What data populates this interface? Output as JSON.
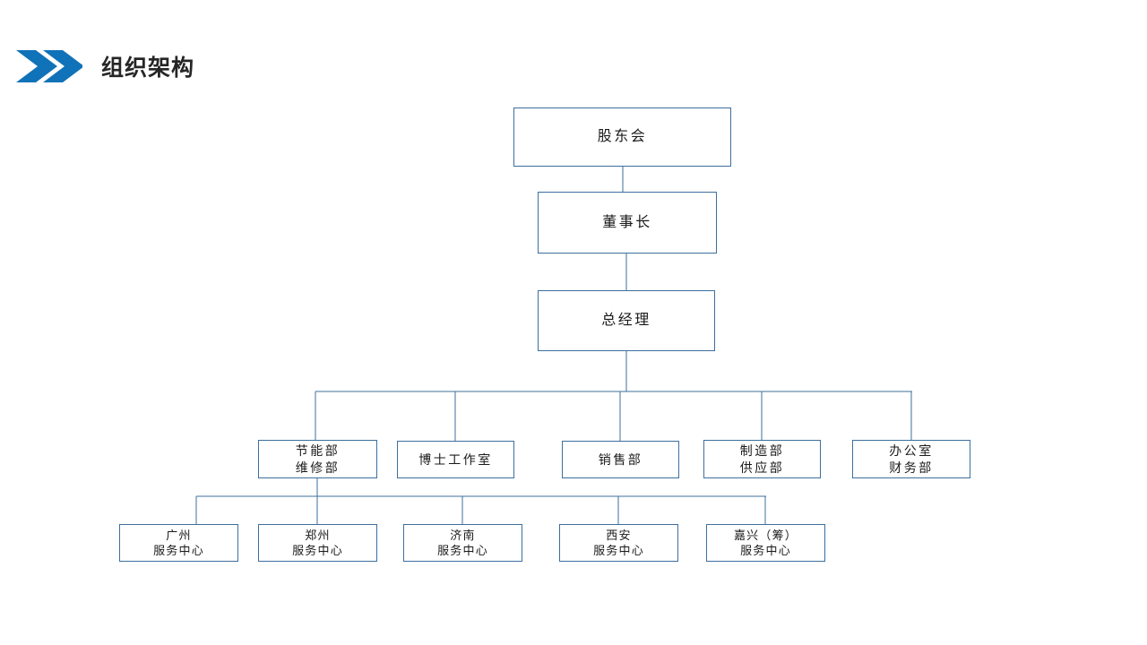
{
  "slide": {
    "title": "组织架构",
    "accent_color": "#1072b8",
    "line_color": "#3d6f9e",
    "title_color": "#262626",
    "background": "#ffffff",
    "chevron_icon": "double-chevron-right-icon"
  },
  "chart_data": {
    "type": "diagram",
    "title": "组织架构",
    "orientation": "top-down",
    "levels": [
      {
        "name": "shareholders",
        "nodes": [
          {
            "id": "n1",
            "lines": [
              "股东会"
            ]
          }
        ]
      },
      {
        "name": "chairman",
        "nodes": [
          {
            "id": "n2",
            "lines": [
              "董事长"
            ]
          }
        ]
      },
      {
        "name": "general-manager",
        "nodes": [
          {
            "id": "n3",
            "lines": [
              "总经理"
            ]
          }
        ]
      },
      {
        "name": "departments",
        "nodes": [
          {
            "id": "d1",
            "lines": [
              "节能部",
              "维修部"
            ]
          },
          {
            "id": "d2",
            "lines": [
              "博士工作室"
            ]
          },
          {
            "id": "d3",
            "lines": [
              "销售部"
            ]
          },
          {
            "id": "d4",
            "lines": [
              "制造部",
              "供应部"
            ]
          },
          {
            "id": "d5",
            "lines": [
              "办公室",
              "财务部"
            ]
          }
        ]
      },
      {
        "name": "service-centers",
        "nodes": [
          {
            "id": "s1",
            "lines": [
              "广州",
              "服务中心"
            ]
          },
          {
            "id": "s2",
            "lines": [
              "郑州",
              "服务中心"
            ]
          },
          {
            "id": "s3",
            "lines": [
              "济南",
              "服务中心"
            ]
          },
          {
            "id": "s4",
            "lines": [
              "西安",
              "服务中心"
            ]
          },
          {
            "id": "s5",
            "lines": [
              "嘉兴（筹）",
              "服务中心"
            ]
          }
        ]
      }
    ],
    "edges": [
      {
        "from": "n1",
        "to": "n2"
      },
      {
        "from": "n2",
        "to": "n3"
      },
      {
        "from": "n3",
        "to": "d1"
      },
      {
        "from": "n3",
        "to": "d2"
      },
      {
        "from": "n3",
        "to": "d3"
      },
      {
        "from": "n3",
        "to": "d4"
      },
      {
        "from": "n3",
        "to": "d5"
      },
      {
        "from": "d1",
        "to": "s1"
      },
      {
        "from": "d1",
        "to": "s2"
      },
      {
        "from": "d1",
        "to": "s3"
      },
      {
        "from": "d1",
        "to": "s4"
      },
      {
        "from": "d1",
        "to": "s5"
      }
    ]
  }
}
